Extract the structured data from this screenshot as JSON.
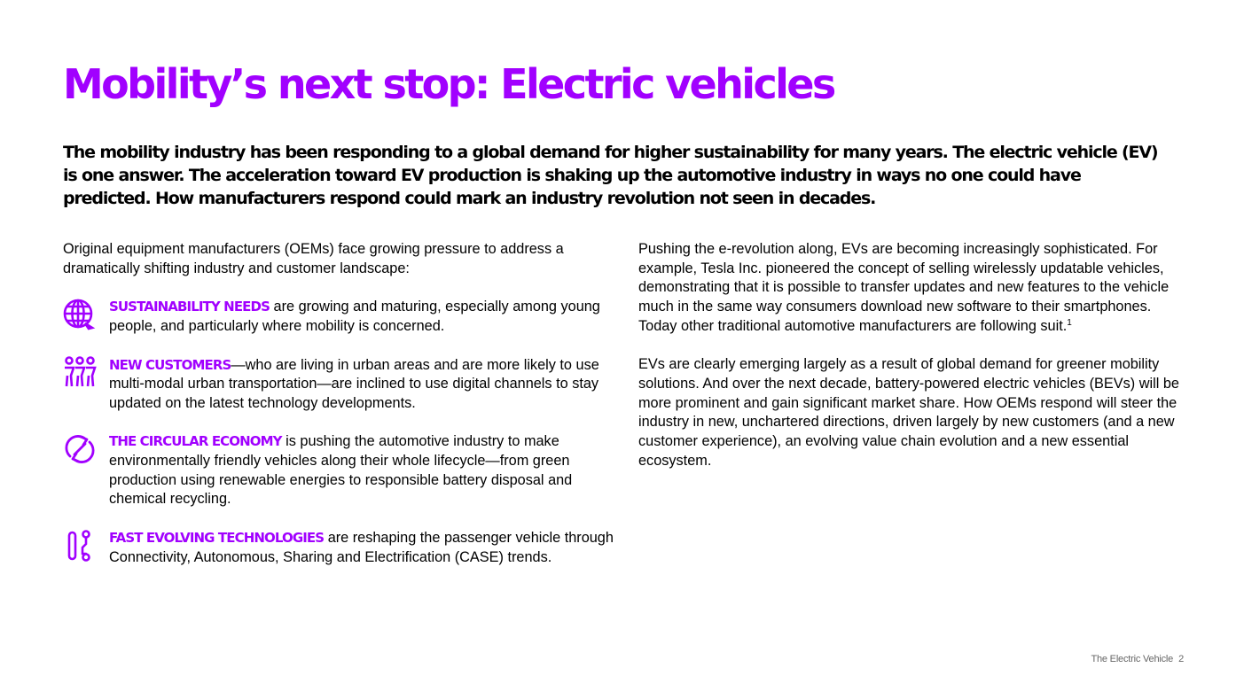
{
  "title": "Mobility’s next stop: Electric vehicles",
  "lead": "The mobility industry has been responding to a global demand for higher sustainability for many years. The electric vehicle (EV) is one answer. The acceleration toward EV production is shaking up the automotive industry in ways no one could have predicted. How manufacturers respond could mark an industry revolution not seen in decades.",
  "left": {
    "intro": "Original equipment manufacturers (OEMs) face growing pressure to address a dramatically shifting industry and customer landscape:",
    "bullets": [
      {
        "icon": "globe-icon",
        "keyword": "SUSTAINABILITY NEEDS",
        "text": " are growing and maturing, especially among young people, and particularly where mobility is concerned."
      },
      {
        "icon": "people-icon",
        "keyword": "NEW CUSTOMERS",
        "text": "—who are living in urban areas and are more likely to use multi-modal urban transportation—are inclined to use digital channels to stay updated on the latest technology developments."
      },
      {
        "icon": "recycle-arrows-icon",
        "keyword": "THE CIRCULAR ECONOMY",
        "text": " is pushing the automotive industry to make environmentally friendly vehicles along their whole lifecycle—from green production using renewable energies to responsible battery disposal and chemical recycling."
      },
      {
        "icon": "circuit-icon",
        "keyword": "FAST EVOLVING TECHNOLOGIES",
        "text": " are reshaping the passenger vehicle through Connectivity, Autonomous, Sharing and Electrification (CASE) trends."
      }
    ]
  },
  "right": {
    "para1": "Pushing the e-revolution along, EVs are becoming increasingly sophisticated. For example, Tesla Inc. pioneered the concept of selling wirelessly updatable vehicles, demonstrating that it is possible to transfer updates and new features to the vehicle much in the same way consumers download new software to their smartphones. Today other traditional automotive manufacturers are following suit.",
    "para1_footnote": "1",
    "para2": "EVs are clearly emerging largely as a result of global demand for greener mobility solutions. And over the next decade, battery-powered electric vehicles (BEVs) will be more prominent and gain significant market share. How OEMs respond will steer the industry in new, unchartered directions, driven largely by new customers (and a new customer experience), an evolving value chain evolution and a new essential ecosystem."
  },
  "footer": {
    "doc_title": "The Electric Vehicle",
    "page_number": "2"
  },
  "colors": {
    "accent": "#a100ff",
    "text": "#000000",
    "footer": "#666666"
  }
}
